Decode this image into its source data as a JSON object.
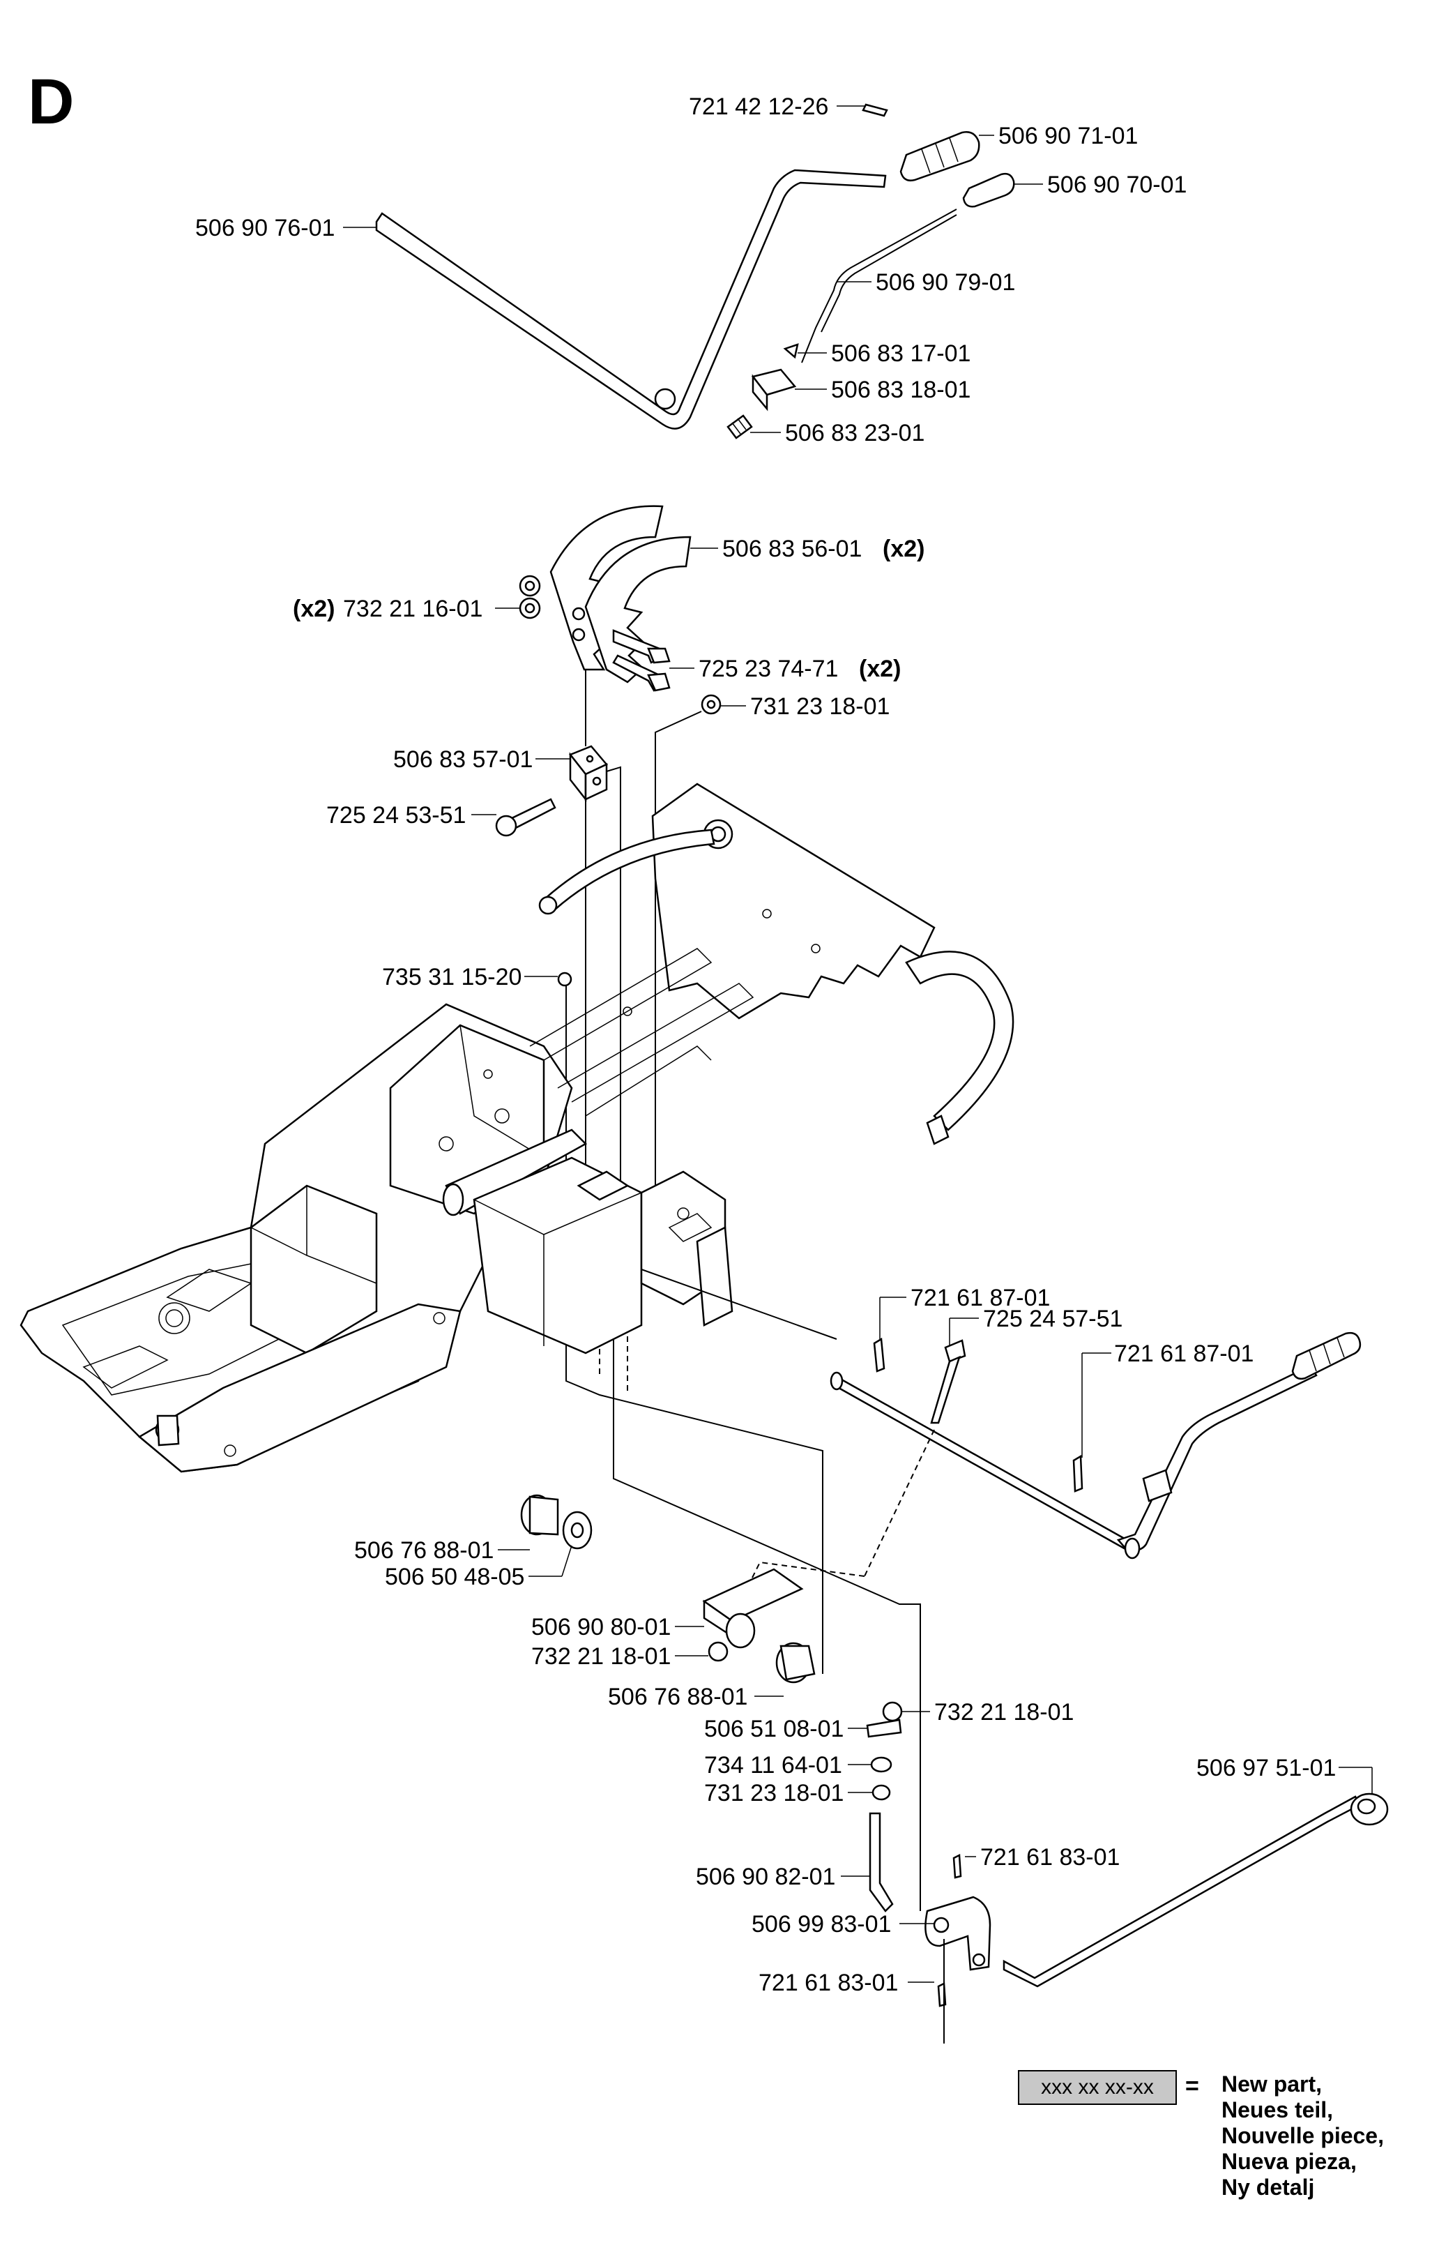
{
  "section": "D",
  "labels": {
    "l01": "721 42 12-26",
    "l02": "506 90 71-01",
    "l03": "506 90 70-01",
    "l04": "506 90 76-01",
    "l05": "506 90 79-01",
    "l06": "506 83 17-01",
    "l07": "506 83 18-01",
    "l08": "506 83 23-01",
    "l09": "506 83 56-01",
    "l10": "732 21 16-01",
    "l11": "725 23 74-71",
    "l12": "731 23 18-01",
    "l13": "506 83 57-01",
    "l14": "725 24 53-51",
    "l15": "735 31 15-20",
    "l16": "721 61 87-01",
    "l17": "725 24 57-51",
    "l18": "721 61 87-01",
    "l19": "506 76 88-01",
    "l20": "506 50 48-05",
    "l21": "506 90 80-01",
    "l22": "732 21 18-01",
    "l23": "506 76 88-01",
    "l24": "732 21 18-01",
    "l25": "506 51 08-01",
    "l26": "734 11 64-01",
    "l27": "731 23 18-01",
    "l28": "506 97 51-01",
    "l29": "721 61 83-01",
    "l30": "506 90 82-01",
    "l31": "506 99 83-01",
    "l32": "721 61 83-01"
  },
  "qty": "(x2)",
  "legend": {
    "box": "xxx xx xx-xx",
    "eq": "=",
    "lines": [
      "New part,",
      "Neues teil,",
      "Nouvelle piece,",
      "Nueva pieza,",
      "Ny detalj"
    ]
  }
}
